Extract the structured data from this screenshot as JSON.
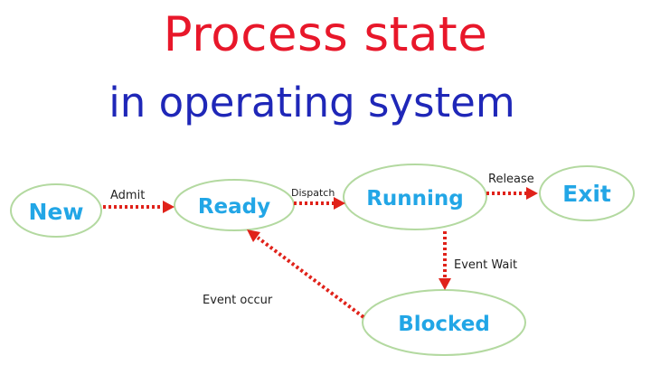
{
  "title": "Process state",
  "subtitle": "in operating system",
  "colors": {
    "title": "#e8172a",
    "subtitle": "#1f27b8",
    "state_text": "#22a6e6",
    "node_border": "#b3d9a0",
    "arrow": "#e0221a"
  },
  "states": {
    "new": "New",
    "ready": "Ready",
    "running": "Running",
    "exit": "Exit",
    "blocked": "Blocked"
  },
  "transitions": {
    "admit": "Admit",
    "dispatch": "Dispatch",
    "release": "Release",
    "event_wait": "Event Wait",
    "event_occur": "Event occur"
  }
}
